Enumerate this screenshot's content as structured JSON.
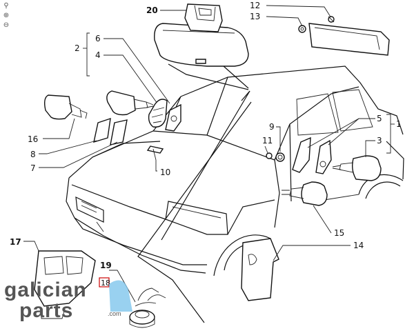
{
  "diagram": {
    "callouts": {
      "c1": "1",
      "c2": "2",
      "c3": "3",
      "c4": "4",
      "c5": "5",
      "c6": "6",
      "c7": "7",
      "c8": "8",
      "c9": "9",
      "c10": "10",
      "c11": "11",
      "c12": "12",
      "c13": "13",
      "c14": "14",
      "c15": "15",
      "c16": "16",
      "c17": "17",
      "c18": "18",
      "c19": "19",
      "c20": "20"
    },
    "flagged_callout": "18"
  },
  "watermark": {
    "line1": "galician",
    "line2": "parts",
    "suffix": ".com"
  },
  "tools": {
    "zoom_in": "⊕",
    "zoom_out": "⊖"
  },
  "colors": {
    "line": "#111111",
    "watermark": "#555555",
    "watermark_accent": "#7fc6ec",
    "flag": "#cc0000"
  }
}
